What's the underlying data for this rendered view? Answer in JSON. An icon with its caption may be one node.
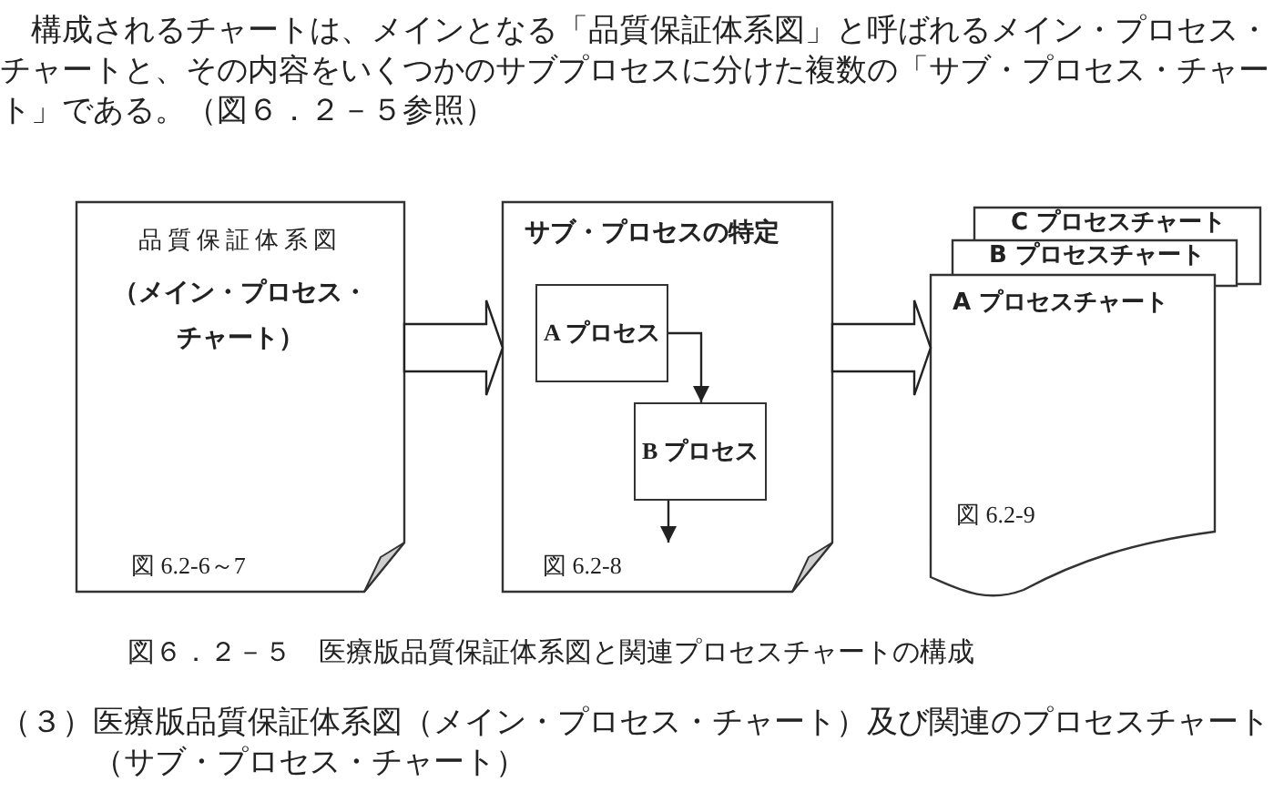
{
  "diagram": {
    "caption": "図６．２－５　医療版品質保証体系図と関連プロセスチャートの構成",
    "nodes": [
      {
        "text": [
          "品質保証体系図",
          "（メイン・プロセス・チャート）",
          "図 6.2-6～7"
        ]
      },
      {
        "text": [
          "サブ・プロセスの特定",
          "図 6.2-8"
        ]
      },
      {
        "text": [
          "A プロセス"
        ],
        "in": 1
      },
      {
        "text": [
          "B プロセス"
        ],
        "in": 1
      },
      {
        "text": [
          "C プロセスチャート"
        ]
      },
      {
        "text": [
          "B プロセスチャート"
        ]
      },
      {
        "text": [
          "A プロセスチャート",
          "図 6.2-9"
        ]
      }
    ],
    "edges": [
      {
        "from": 0,
        "to": 1,
        "arrow": "to",
        "style": "thick"
      },
      {
        "from": 2,
        "to": 3,
        "arrow": "to"
      },
      {
        "from": 3,
        "to": null,
        "arrow": "to"
      },
      {
        "from": 1,
        "to": 6,
        "arrow": "to",
        "style": "thick"
      }
    ],
    "labels": [
      "構成されるチャートは、メインとなる「品質保証体系図」と呼ばれるメイン・プロセス・チャートと、その内容をいくつかのサブプロセスに分けた複数の「サブ・プロセス・チャート」である。（図６．２－５参照）",
      "（３）医療版品質保証体系図（メイン・プロセス・チャート）及び関連のプロセスチャート（サブ・プロセス・チャート）"
    ]
  }
}
